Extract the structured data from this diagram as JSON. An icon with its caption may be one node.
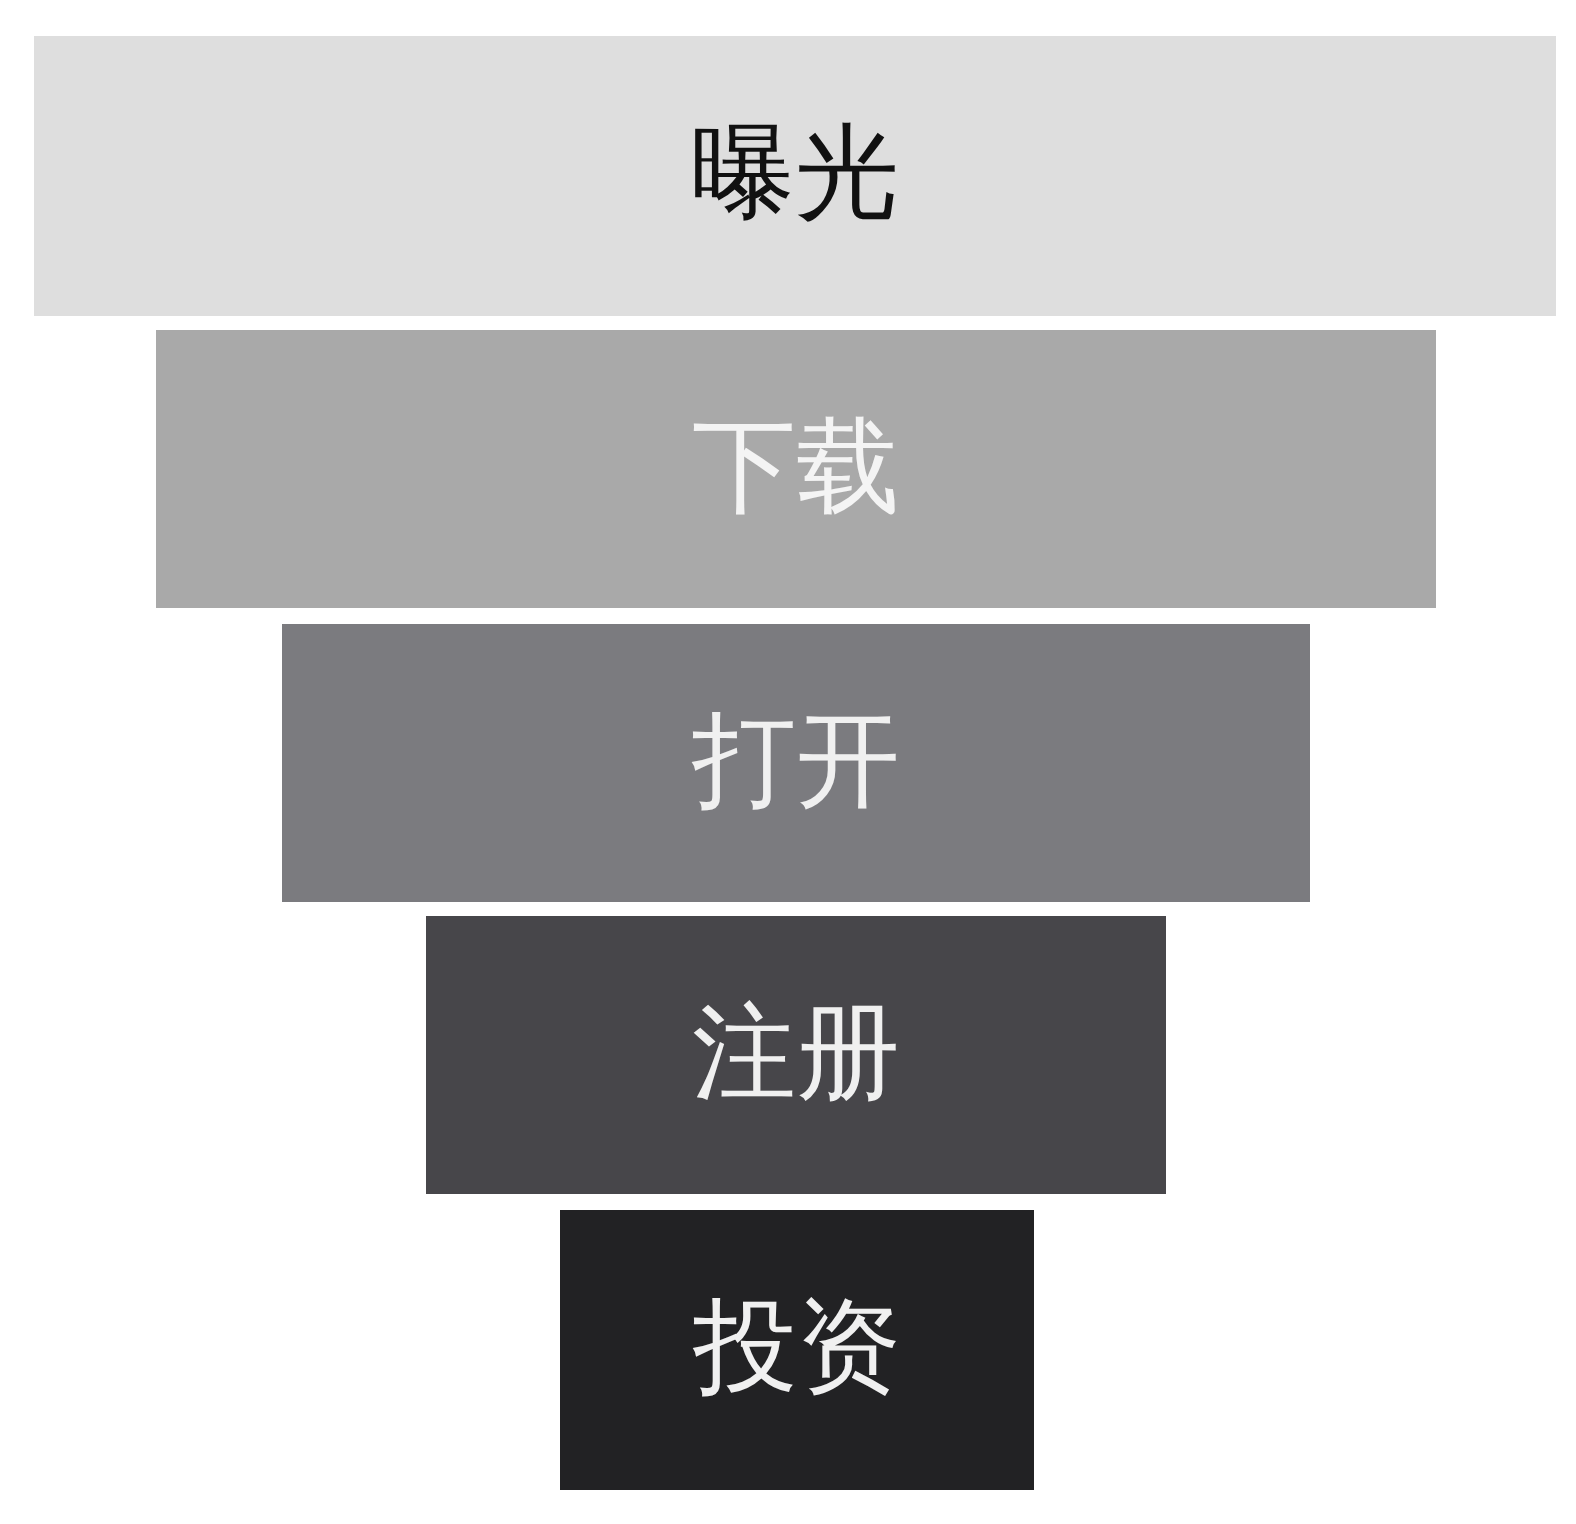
{
  "diagram": {
    "nodes": [
      {
        "text": [
          "曝光"
        ]
      },
      {
        "text": [
          "下载"
        ]
      },
      {
        "text": [
          "打开"
        ]
      },
      {
        "text": [
          "注册"
        ]
      },
      {
        "text": [
          "投资"
        ]
      }
    ]
  }
}
